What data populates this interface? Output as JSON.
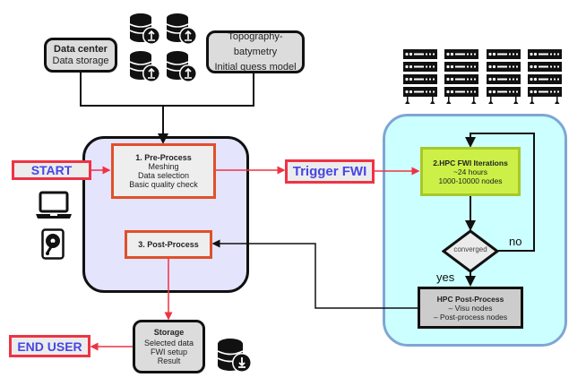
{
  "colors": {
    "tag_border": "#ee3344",
    "tag_text": "#4646e6",
    "process_border": "#e0502a",
    "hpc_iter_fill": "#ccf047",
    "hpc_iter_border": "#a8c82a",
    "preprocess_container": "#e4e4fc",
    "hpc_container": "#ccffff",
    "hpc_container_border": "#7fa6d4",
    "red_arrow": "#ee3344"
  },
  "data_center": {
    "title": "Data center",
    "subtitle": "Data storage"
  },
  "topography": {
    "line1": "Topography-batymetry",
    "line2": "Initial guess model"
  },
  "start": {
    "label": "START"
  },
  "pre_process": {
    "title": "1. Pre-Process",
    "items": [
      "Meshing",
      "Data selection",
      "Basic quality check"
    ]
  },
  "trigger": {
    "label": "Trigger FWI"
  },
  "post_process": {
    "title": "3. Post-Process"
  },
  "storage": {
    "title": "Storage",
    "items": [
      "Selected data",
      "FWI setup",
      "Result"
    ]
  },
  "end_user": {
    "label": "END USER"
  },
  "hpc_iterations": {
    "title": "2.HPC FWI Iterations",
    "items": [
      "~24 hours",
      "1000-10000 nodes"
    ]
  },
  "decision": {
    "label": "converged",
    "no": "no",
    "yes": "yes"
  },
  "hpc_post": {
    "title": "HPC Post-Process",
    "items": [
      "– Visu nodes",
      "– Post-process nodes"
    ]
  },
  "icons": {
    "db_upload": [
      "database-upload-icon",
      "database-upload-icon",
      "database-upload-icon",
      "database-upload-icon"
    ],
    "servers": [
      "server-rack-icon",
      "server-rack-icon",
      "server-rack-icon",
      "server-rack-icon"
    ],
    "laptop": "laptop-icon",
    "hdd": "hard-drive-icon",
    "db_download": "database-download-icon"
  }
}
